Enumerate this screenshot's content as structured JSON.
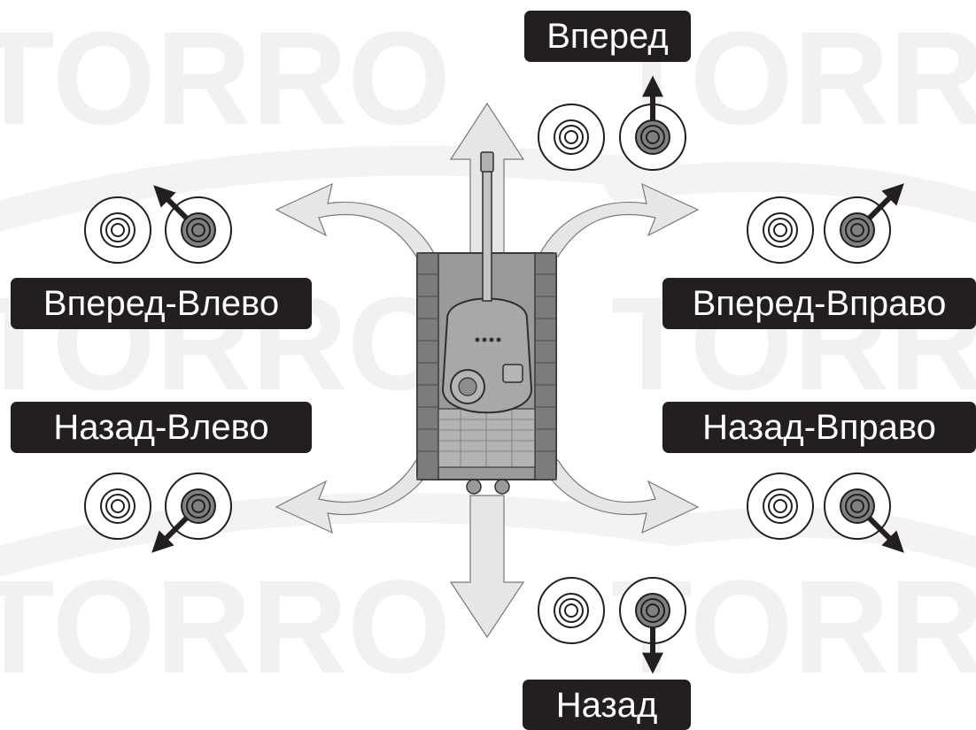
{
  "watermark": {
    "text": "TORRO",
    "color": "#f1f1f1"
  },
  "labels": {
    "forward": "Вперед",
    "forward_left": "Вперед-Влево",
    "forward_right": "Вперед-Вправо",
    "back_left": "Назад-Влево",
    "back_right": "Назад-Вправо",
    "back": "Назад"
  },
  "colors": {
    "label_bg": "#231f20",
    "label_text": "#ffffff",
    "big_arrow_fill": "#e6e6e6",
    "big_arrow_stroke": "#7a7a7a",
    "stick_fill": "#808080",
    "tank_hull": "#9a9a9a"
  },
  "controls": [
    {
      "direction": "forward",
      "left_stick": "neutral",
      "right_stick": "up",
      "right_stick_icon": "arrow-up-icon"
    },
    {
      "direction": "forward-left",
      "left_stick": "neutral",
      "right_stick": "up-left",
      "right_stick_icon": "arrow-up-left-icon"
    },
    {
      "direction": "forward-right",
      "left_stick": "neutral",
      "right_stick": "up-right",
      "right_stick_icon": "arrow-up-right-icon"
    },
    {
      "direction": "back-left",
      "left_stick": "neutral",
      "right_stick": "down-left",
      "right_stick_icon": "arrow-down-left-icon"
    },
    {
      "direction": "back-right",
      "left_stick": "neutral",
      "right_stick": "down-right",
      "right_stick_icon": "arrow-down-right-icon"
    },
    {
      "direction": "back",
      "left_stick": "neutral",
      "right_stick": "down",
      "right_stick_icon": "arrow-down-icon"
    }
  ]
}
